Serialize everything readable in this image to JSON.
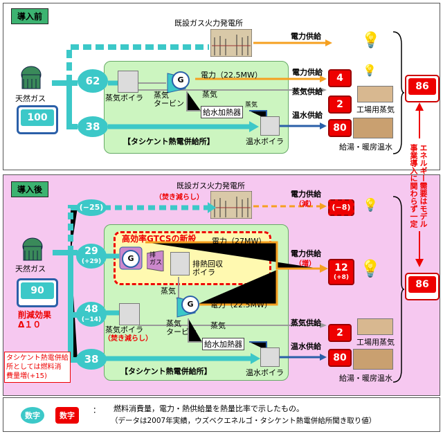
{
  "before": {
    "tag": "導入前",
    "gas_label": "天然ガス",
    "gas_value": "100",
    "circle_top": "62",
    "circle_bottom": "38",
    "existing_plant": "既設ガス火力発電所",
    "power_supply_top": "電力供給",
    "power_label": "電力（22.5MW）",
    "steam_label": "蒸気",
    "boiler_label": "蒸気ボイラ",
    "turbine_label": "蒸気\nタービン",
    "feedwater_heater": "給水加熱器",
    "hot_water_boiler": "温水ボイラ",
    "plant_name": "【タシケント熱電併給所】",
    "steam_small": "蒸気",
    "power_supply_mid": "電力供給",
    "steam_supply": "蒸気供給",
    "hot_water_supply": "温水供給",
    "val_power": "4",
    "val_steam": "2",
    "val_hot": "80",
    "factory_label": "工場用蒸気",
    "heating_label": "給湯・暖房温水",
    "total": "86"
  },
  "after": {
    "tag": "導入後",
    "existing_plant": "既設ガス火力発電所",
    "burn_reduce": "（焚き減らし）",
    "power_supply_top": "電力供給",
    "reduce_label": "（減）",
    "val_top": "(−8)",
    "circle_top": "(−25)",
    "gtcs_title": "高効率GTCSの新設",
    "power_27": "電力（27MW）",
    "exhaust": "排\nガス",
    "heat_recovery": "排熱回収\nボイラ",
    "circle_29": "29",
    "circle_29_sub": "(+29)",
    "power_supply_inc": "電力供給",
    "inc_label": "（増）",
    "val_power": "12",
    "val_power_sub": "(+8)",
    "steam_label": "蒸気",
    "circle_48": "48",
    "circle_48_sub": "(−14)",
    "power_22": "電力（22.5MW）",
    "boiler_label": "蒸気ボイラ",
    "boiler_reduce": "（焚き減らし）",
    "turbine_label": "蒸気\nタービン",
    "steam_small": "蒸気",
    "feedwater_heater": "給水加熱器",
    "circle_38": "38",
    "plant_name": "【タシケント熱電併給所】",
    "hot_water_boiler": "温水ボイラ",
    "steam_supply": "蒸気供給",
    "hot_water_supply": "温水供給",
    "val_steam": "2",
    "val_hot": "80",
    "factory_label": "工場用蒸気",
    "heating_label": "給湯・暖房温水",
    "gas_label": "天然ガス",
    "gas_value": "90",
    "reduction": "削減効果\nΔ１０",
    "note": "タシケント熱電併給\n所としては燃料消\n費量増(+15)",
    "total": "86"
  },
  "vertical_note": "エネルギー需要はモデル\n事業導入に関わらず一定",
  "legend": {
    "blue_chip": "数字",
    "red_chip": "数字",
    "colon": "：",
    "line1": "燃料消費量，電力・熱供給量を熱量比率で示したもの。",
    "line2": "（データは2007年実績，ウズベクエネルゴ・タシケント熱電併給所聞き取り値）"
  },
  "colors": {
    "cyan": "#3cc8c8",
    "orange": "#f5a020",
    "blue_arrow": "#2a5fa8",
    "red": "#e00000",
    "green_panel": "#ccf5c0",
    "pink_panel": "#f6c8f0",
    "yellow_panel": "#fff9b0"
  }
}
